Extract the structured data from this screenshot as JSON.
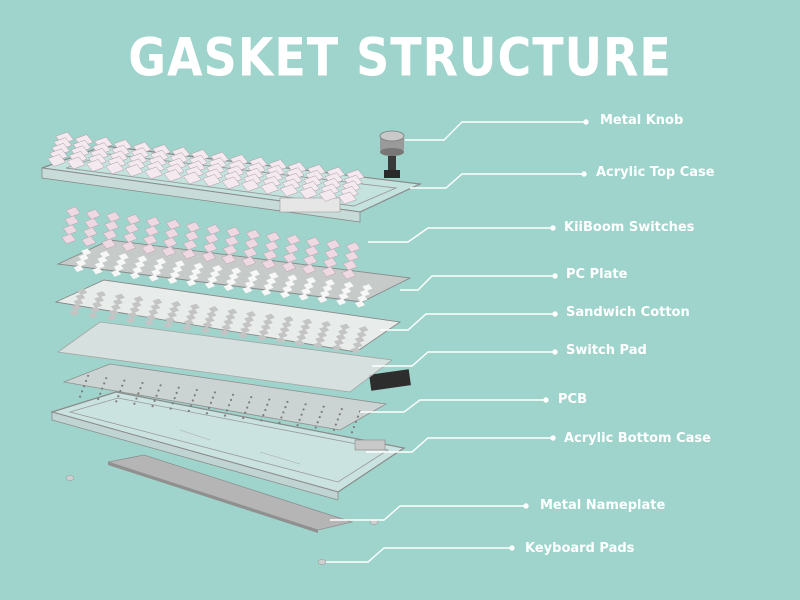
{
  "title": "GASKET STRUCTURE",
  "colors": {
    "background": "#9fd4cc",
    "text": "#ffffff",
    "leader_line": "#ffffff"
  },
  "components": [
    {
      "id": "metal-knob",
      "label": "Metal Knob"
    },
    {
      "id": "acrylic-top-case",
      "label": "Acrylic Top Case"
    },
    {
      "id": "kiiboom-switches",
      "label": "KiiBoom Switches"
    },
    {
      "id": "pc-plate",
      "label": "PC Plate"
    },
    {
      "id": "sandwich-cotton",
      "label": "Sandwich Cotton"
    },
    {
      "id": "switch-pad",
      "label": "Switch Pad"
    },
    {
      "id": "pcb",
      "label": "PCB"
    },
    {
      "id": "acrylic-bottom-case",
      "label": "Acrylic Bottom Case"
    },
    {
      "id": "metal-nameplate",
      "label": "Metal Nameplate"
    },
    {
      "id": "keyboard-pads",
      "label": "Keyboard Pads"
    }
  ]
}
